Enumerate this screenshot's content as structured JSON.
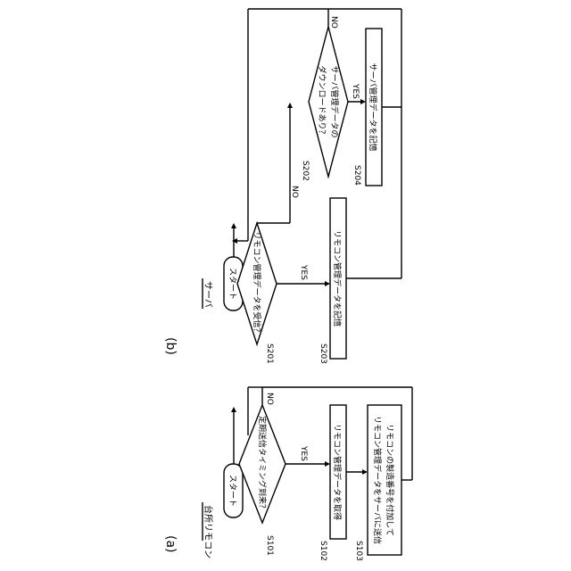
{
  "figure_b": {
    "label": "(b)",
    "actor": "サーバ",
    "start": "スタート",
    "s201": {
      "id": "S201",
      "text": "リモコン管理データを受信？",
      "yes": "YES",
      "no": "NO"
    },
    "s202": {
      "id": "S202",
      "line1": "サーバ管理データの",
      "line2": "ダウンロードあり？",
      "yes": "YES",
      "no": "NO"
    },
    "s203": {
      "id": "S203",
      "text": "リモコン管理データを記憶"
    },
    "s204": {
      "id": "S204",
      "text": "サーバ管理データを記憶"
    }
  },
  "figure_a": {
    "label": "(a)",
    "actor": "台所リモコン",
    "start": "スタート",
    "s101": {
      "id": "S101",
      "text": "定期送信タイミング到来？",
      "yes": "YES",
      "no": "NO"
    },
    "s102": {
      "id": "S102",
      "text": "リモコン管理データを取得"
    },
    "s103": {
      "id": "S103",
      "line1": "リモコンの製造番号を付加して",
      "line2": "リモコン管理データをサーバに送信"
    }
  }
}
